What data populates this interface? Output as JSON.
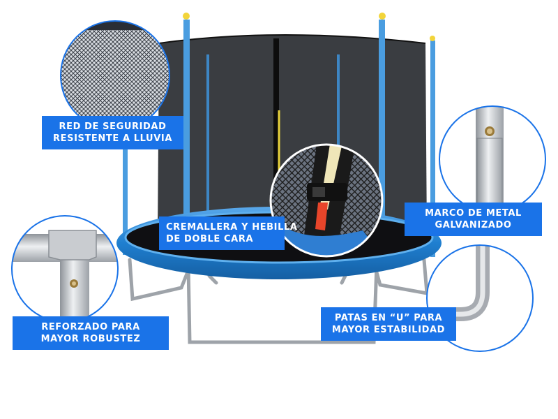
{
  "callouts": {
    "net": {
      "line1": "RED DE SEGURIDAD",
      "line2": "RESISTENTE A LLUVIA",
      "icon": "safety-net-detail"
    },
    "zipper": {
      "line1": "CREMALLERA Y HEBILLA",
      "line2": "DE DOBLE CARA",
      "icon": "zipper-buckle-detail"
    },
    "frame": {
      "line1": "MARCO DE METAL",
      "line2": "GALVANIZADO",
      "icon": "metal-pole-detail"
    },
    "reinforced": {
      "line1": "REFORZADO PARA",
      "line2": "MAYOR ROBUSTEZ",
      "icon": "t-joint-detail"
    },
    "legs": {
      "line1": "PATAS EN “U” PARA",
      "line2": "MAYOR ESTABILIDAD",
      "icon": "u-leg-detail"
    }
  },
  "colors": {
    "label_bg": "#1a73e8",
    "label_text": "#ffffff",
    "pad_blue": "#1f7fd0",
    "pole_blue": "#4a9de0",
    "net_dark": "#2b2b2b",
    "steel": "#b9bcc0",
    "circle_border": "#1a73e8"
  }
}
